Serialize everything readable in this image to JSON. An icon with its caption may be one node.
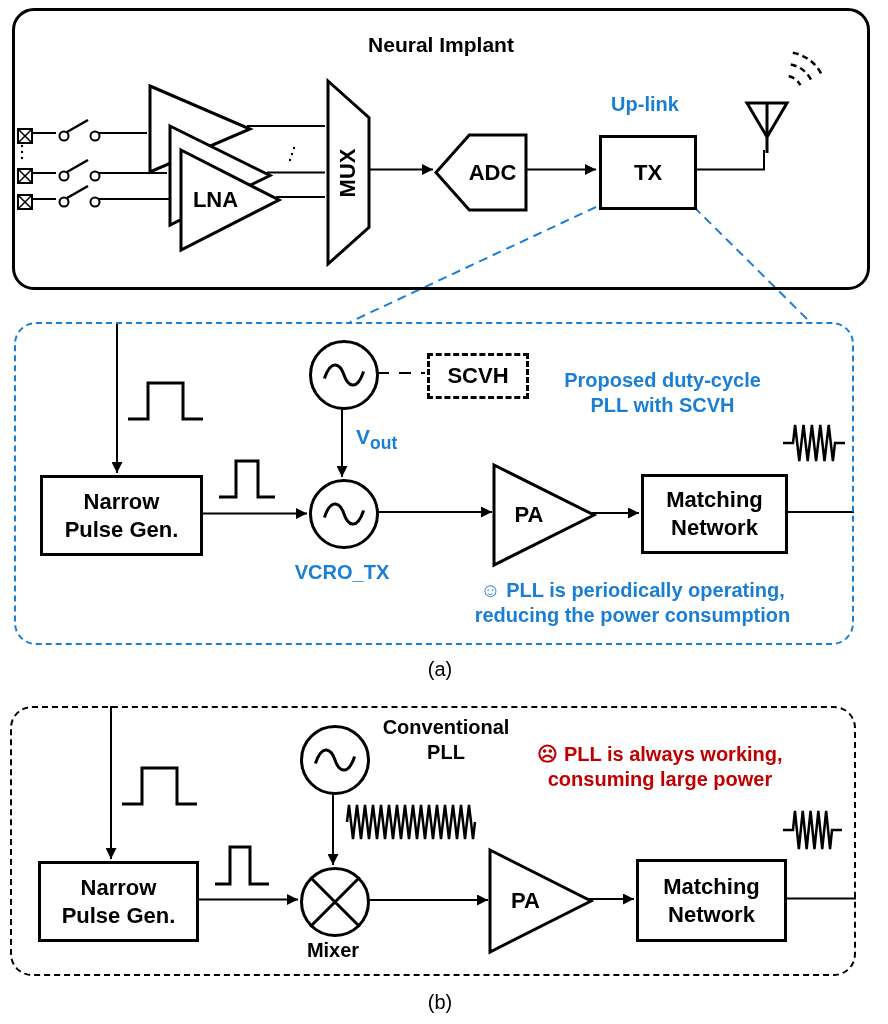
{
  "diagram": {
    "nodes": [
      {
        "text": [
          "Neural Implant"
        ]
      },
      {
        "text": [],
        "shape": "triangle",
        "in": 0
      },
      {
        "text": [],
        "shape": "triangle",
        "in": 0
      },
      {
        "text": [
          "LNA"
        ],
        "in": 0
      },
      {
        "text": [
          "MUX"
        ],
        "in": 0
      },
      {
        "text": [
          "ADC"
        ],
        "in": 0
      },
      {
        "text": [
          "TX"
        ],
        "in": 0,
        "beside": [
          "Up-link"
        ]
      },
      {
        "text": [],
        "shape": "antenna",
        "in": 0
      },
      {
        "text": [],
        "shape": "box"
      },
      {
        "text": [
          "Narrow Pulse Gen."
        ],
        "in": 8
      },
      {
        "text": [],
        "shape": "circle",
        "in": 8
      },
      {
        "text": [
          "SCVH"
        ],
        "in": 8
      },
      {
        "text": [],
        "shape": "circle",
        "in": 8,
        "beside": [
          "VCRO_TX"
        ]
      },
      {
        "text": [
          "PA"
        ],
        "in": 8
      },
      {
        "text": [
          "Matching Network"
        ],
        "in": 8
      },
      {
        "text": [],
        "shape": "box"
      },
      {
        "text": [
          "Narrow Pulse Gen."
        ],
        "in": 15
      },
      {
        "text": [],
        "shape": "circle",
        "in": 15,
        "beside": [
          "Conventional PLL"
        ]
      },
      {
        "text": [],
        "shape": "circle",
        "in": 15,
        "beside": [
          "Mixer"
        ]
      },
      {
        "text": [
          "PA"
        ],
        "in": 15
      },
      {
        "text": [
          "Matching Network"
        ],
        "in": 15
      },
      {
        "text": [],
        "shape": "electrode",
        "in": 0
      },
      {
        "text": [],
        "shape": "electrode",
        "in": 0
      },
      {
        "text": [],
        "shape": "electrode",
        "in": 0
      },
      {
        "text": [],
        "shape": "switch",
        "in": 0
      },
      {
        "text": [],
        "shape": "switch",
        "in": 0
      },
      {
        "text": [],
        "shape": "switch",
        "in": 0
      }
    ],
    "edges": [
      {
        "from": 1,
        "to": 4,
        "arrow": "none"
      },
      {
        "from": 2,
        "to": 4,
        "arrow": "none"
      },
      {
        "from": 3,
        "to": 4,
        "arrow": "none"
      },
      {
        "from": 4,
        "to": 5,
        "arrow": "to"
      },
      {
        "from": 5,
        "to": 6,
        "arrow": "to"
      },
      {
        "from": 6,
        "to": 7,
        "arrow": "none"
      },
      {
        "from": 6,
        "to": 8,
        "arrow": "none",
        "style": "dashed",
        "color": "#1a7fd4"
      },
      {
        "from": 6,
        "to": 8,
        "arrow": "none",
        "style": "dashed",
        "color": "#1a7fd4"
      },
      {
        "from": null,
        "to": 9,
        "arrow": "to"
      },
      {
        "from": 9,
        "to": 12,
        "arrow": "to"
      },
      {
        "from": 10,
        "to": 12,
        "arrow": "to",
        "label": "V$_{out}$"
      },
      {
        "from": 10,
        "to": 11,
        "arrow": "none",
        "style": "dashed"
      },
      {
        "from": 12,
        "to": 13,
        "arrow": "to"
      },
      {
        "from": 13,
        "to": 14,
        "arrow": "to"
      },
      {
        "from": 14,
        "to": null,
        "arrow": "none"
      },
      {
        "from": null,
        "to": 16,
        "arrow": "to"
      },
      {
        "from": 16,
        "to": 18,
        "arrow": "to"
      },
      {
        "from": 17,
        "to": 18,
        "arrow": "to"
      },
      {
        "from": 18,
        "to": 19,
        "arrow": "to"
      },
      {
        "from": 19,
        "to": 20,
        "arrow": "to"
      },
      {
        "from": 20,
        "to": null,
        "arrow": "none"
      },
      {
        "from": 21,
        "to": 24,
        "arrow": "none"
      },
      {
        "from": 24,
        "to": 1,
        "arrow": "none"
      },
      {
        "from": 22,
        "to": 25,
        "arrow": "none"
      },
      {
        "from": 25,
        "to": 2,
        "arrow": "none"
      },
      {
        "from": 23,
        "to": 26,
        "arrow": "none"
      },
      {
        "from": 26,
        "to": 3,
        "arrow": "none"
      }
    ],
    "labels": [
      "Proposed duty-cycle PLL with SCVH",
      "☺ PLL is periodically operating, reducing the power consumption",
      "(a)",
      "☹ PLL is always working, consuming large power",
      "(b)"
    ]
  }
}
